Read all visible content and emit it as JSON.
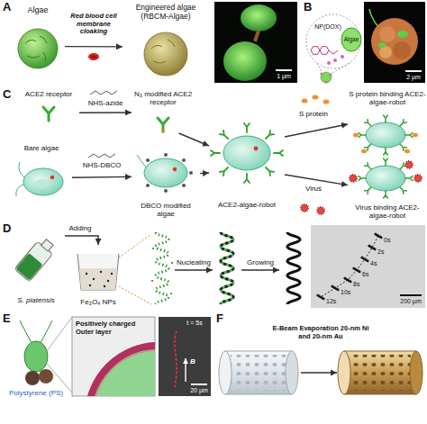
{
  "diagram": {
    "nodes": [
      {
        "text": [
          "Algae"
        ]
      },
      {
        "text": [
          "Engineered algae (RBCM-Algae)"
        ]
      },
      {
        "text": [
          "ACE2 receptor"
        ]
      },
      {
        "text": [
          "N₃ modified ACE2 receptor"
        ]
      },
      {
        "text": [
          "Bare algae"
        ]
      },
      {
        "text": [
          "DBCO modified algae"
        ]
      },
      {
        "text": [
          "ACE2-algae-robot"
        ]
      },
      {
        "text": [
          "S protein binding ACE2-algae-robot"
        ]
      },
      {
        "text": [
          "Virus binding ACE2-algae-robot"
        ]
      },
      {
        "text": [
          "S. platensis"
        ]
      },
      {
        "text": [
          "Fe₃O₄ NPs"
        ]
      }
    ],
    "edges": [
      {
        "from": 0,
        "to": 1,
        "label": "Red blood cell membrane cloaking",
        "arrow": "to"
      },
      {
        "from": 2,
        "to": 3,
        "label": "NHS-azide",
        "arrow": "to"
      },
      {
        "from": 4,
        "to": 5,
        "label": "NHS-DBCO",
        "arrow": "to"
      },
      {
        "from": 3,
        "to": 6,
        "arrow": "to"
      },
      {
        "from": 5,
        "to": 6,
        "arrow": "to"
      },
      {
        "from": 6,
        "to": 7,
        "label": "S protein",
        "arrow": "to"
      },
      {
        "from": 6,
        "to": 8,
        "label": "Virus",
        "arrow": "to"
      },
      {
        "from": 9,
        "to": 10,
        "label": "Adding",
        "arrow": "to"
      }
    ],
    "labels": [
      "A",
      "1 µm",
      "B",
      "NP(DOX)",
      "Algae",
      "2 µm",
      "C",
      "D",
      "Nucleating",
      "Growing",
      "0s",
      "2s",
      "4s",
      "6s",
      "8s",
      "10s",
      "12s",
      "200 µm",
      "E",
      "Positively charged Outer layer",
      "Polystyrene (PS)",
      "t = 5s",
      "B",
      "20 µm",
      "F",
      "E-Beam Evaporation 20-nm Ni and 20-nm Au"
    ]
  }
}
